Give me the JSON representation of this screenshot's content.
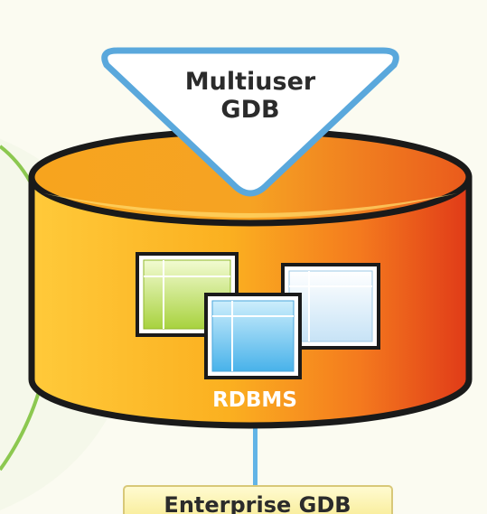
{
  "diagram": {
    "triangle_label_line1": "Multiuser",
    "triangle_label_line2": "GDB",
    "cylinder_label": "RDBMS",
    "bottom_box_label": "Enterprise GDB",
    "icons": [
      "green-table-icon",
      "blue-table-icon",
      "white-table-icon"
    ],
    "colors": {
      "background": "#fbfbf1",
      "triangle_fill": "#ffffff",
      "triangle_stroke": "#5aa8dc",
      "cylinder_light": "#ffc833",
      "cylinder_dark": "#e2401a",
      "cylinder_outline": "#1a1a1a",
      "green_arc": "#8cc850",
      "connector": "#62b4e6",
      "bottom_box_fill": "#fbf09a",
      "bottom_box_stroke": "#d8c878"
    }
  }
}
